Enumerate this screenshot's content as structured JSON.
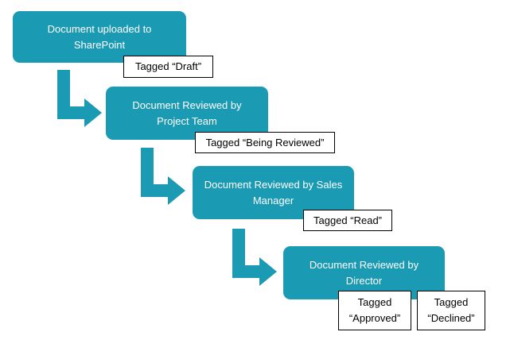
{
  "colors": {
    "step_fill": "#1A9AB3",
    "arrow_fill": "#1A9AB3",
    "tag_border": "#000000",
    "tag_fill": "#FFFFFF"
  },
  "steps": [
    {
      "label": "Document uploaded to SharePoint"
    },
    {
      "label": "Document Reviewed by Project Team"
    },
    {
      "label": "Document Reviewed by Sales Manager"
    },
    {
      "label": "Document Reviewed by Director"
    }
  ],
  "tags": [
    {
      "label": "Tagged “Draft”"
    },
    {
      "label": "Tagged “Being Reviewed”"
    },
    {
      "label": "Tagged “Read”"
    },
    {
      "label": "Tagged\n“Approved”"
    },
    {
      "label": "Tagged\n“Declined”"
    }
  ]
}
